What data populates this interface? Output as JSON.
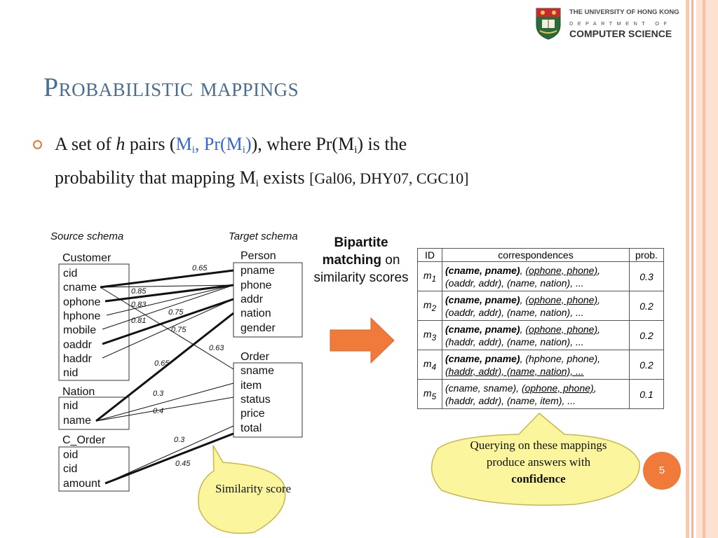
{
  "header": {
    "university": "THE UNIVERSITY OF HONG KONG",
    "department": "DEPARTMENT OF",
    "faculty": "COMPUTER SCIENCE"
  },
  "colors": {
    "title": "#4a6e8e",
    "accent": "#e8782e",
    "highlight": "#3a66c8",
    "callout_fill": "#fbf59e",
    "arrow": "#f07a3a"
  },
  "slide": {
    "title": "Probabilistic mappings",
    "bullet": {
      "t1": "A set of ",
      "t2": "h",
      "t3": " pairs (",
      "m1": "M",
      "m1_sub": "i",
      "m2": ", Pr(M",
      "m2_sub": "i",
      "m3": ")",
      "t4": "), where Pr(M",
      "t4_sub": "i",
      "t5": ") is the",
      "t6": "probability that mapping M",
      "t6_sub": "i",
      "t7": " exists ",
      "cite": "[Gal06, DHY07, CGC10]"
    },
    "page_number": "5"
  },
  "figure": {
    "source_label": "Source schema",
    "target_label": "Target schema",
    "source_tables": [
      {
        "name": "Customer",
        "attrs": [
          "cid",
          "cname",
          "ophone",
          "hphone",
          "mobile",
          "oaddr",
          "haddr",
          "nid"
        ]
      },
      {
        "name": "Nation",
        "attrs": [
          "nid",
          "name"
        ]
      },
      {
        "name": "C_Order",
        "attrs": [
          "oid",
          "cid",
          "amount"
        ]
      }
    ],
    "target_tables": [
      {
        "name": "Person",
        "attrs": [
          "pname",
          "phone",
          "addr",
          "nation",
          "gender"
        ]
      },
      {
        "name": "Order",
        "attrs": [
          "sname",
          "item",
          "status",
          "price",
          "total"
        ]
      }
    ],
    "scores": [
      "0.65",
      "0.85",
      "0.83",
      "0.75",
      "0.81",
      "0.75",
      "0.63",
      "0.65",
      "0.3",
      "0.4",
      "0.3",
      "0.45"
    ],
    "bipartite": {
      "bold": "Bipartite matching",
      "rest": " on similarity scores"
    },
    "similarity_callout": "Similarity score",
    "querying_callout": {
      "text": "Querying on these mappings produce answers with ",
      "bold": "confidence"
    }
  },
  "mapping_table": {
    "headers": [
      "ID",
      "correspondences",
      "prob."
    ],
    "rows": [
      {
        "id": "m",
        "sub": "1",
        "p1": "(cname, pname)",
        "sep1": ", ",
        "p2": "(ophone, phone)",
        "sep2": ",",
        "line2": "(oaddr, addr), (name, nation), ...",
        "prob": "0.3"
      },
      {
        "id": "m",
        "sub": "2",
        "p1": "(cname, pname)",
        "sep1": ", ",
        "p2": "(ophone, phone)",
        "sep2": ",",
        "line2": "(oaddr, addr), (name, nation), ...",
        "prob": "0.2"
      },
      {
        "id": "m",
        "sub": "3",
        "p1": "(cname, pname)",
        "sep1": ", ",
        "p2": "(ophone, phone)",
        "sep2": ",",
        "line2": "(haddr, addr), (name, nation), ...",
        "prob": "0.2"
      },
      {
        "id": "m",
        "sub": "4",
        "p1": "(cname, pname)",
        "sep1": ", ",
        "p2": "(hphone, phone)",
        "sep2": ",",
        "line2": "(haddr, addr), (name, nation), ...",
        "prob": "0.2"
      },
      {
        "id": "m",
        "sub": "5",
        "p1": "(cname, sname)",
        "sep1": ", ",
        "p2": "(ophone, phone)",
        "sep2": ",",
        "line2": "(haddr, addr), (name, item), ...",
        "prob": "0.1"
      }
    ]
  }
}
